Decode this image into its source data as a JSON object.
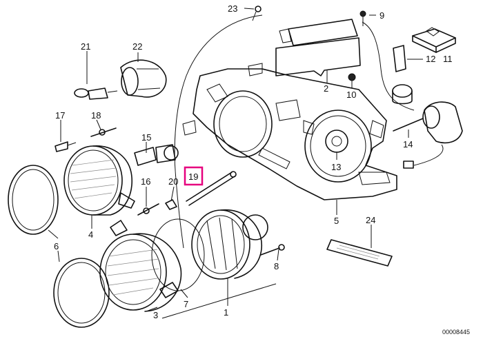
{
  "diagram": {
    "part_labels": {
      "p1": "1",
      "p2": "2",
      "p3": "3",
      "p4": "4",
      "p5": "5",
      "p6": "6",
      "p7": "7",
      "p8": "8",
      "p9": "9",
      "p10": "10",
      "p11": "11",
      "p12": "12",
      "p13": "13",
      "p14": "14",
      "p15": "15",
      "p16": "16",
      "p17": "17",
      "p18": "18",
      "p19": "19",
      "p20": "20",
      "p21": "21",
      "p22": "22",
      "p23": "23",
      "p24": "24"
    },
    "highlighted_label": "19",
    "highlight_color": "#e6007e",
    "document_id": "00008445"
  }
}
